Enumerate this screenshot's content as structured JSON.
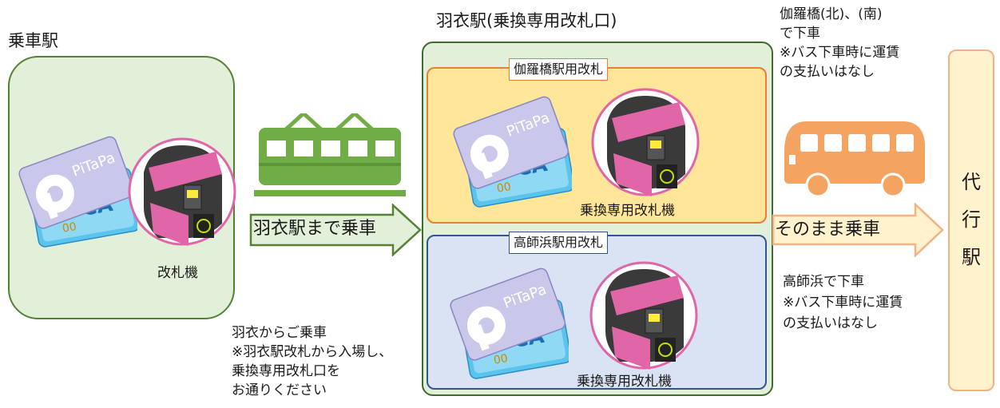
{
  "boarding_station": {
    "title": "乗車駅",
    "gate_caption": "改札機"
  },
  "transfer_station": {
    "title": "羽衣駅(乗換専用改札口)",
    "karabashi_gate": {
      "label": "伽羅橋駅用改札",
      "machine_caption": "乗換専用改札機"
    },
    "takashinohama_gate": {
      "label": "高師浜駅用改札",
      "machine_caption": "乗換専用改札機"
    }
  },
  "arrows": {
    "to_hagoromo": "羽衣駅まで乗車",
    "continue_ride": "そのまま乗車"
  },
  "notes": {
    "hagoromo_boarding": [
      "羽衣からご乗車",
      "※羽衣駅改札から入場し、",
      "乗換専用改札口を",
      "お通りください"
    ],
    "karabashi_bus": [
      "伽羅橋(北)、(南)",
      "で下車",
      "※バス下車時に運賃",
      "の支払いはなし"
    ],
    "takashinohama_bus": [
      "高師浜で下車",
      "※バス下車時に運賃",
      "の支払いはなし"
    ]
  },
  "substitute_station": [
    "代",
    "行",
    "駅"
  ],
  "colors": {
    "station_fill": "#e2efd9",
    "station_border": "#548235",
    "train": "#70ad47",
    "bus": "#f4a460",
    "karabashi_fill": "#ffe699",
    "karabashi_border": "#ed7d31",
    "takashinohama_fill": "#dae3f3",
    "takashinohama_border": "#2f5597",
    "substitute_fill": "#fff2cc",
    "substitute_border": "#f4b183",
    "gate_pink": "#e066a8"
  },
  "icons": [
    "train-icon",
    "bus-icon",
    "ic-card-icon",
    "ticket-gate-icon"
  ]
}
